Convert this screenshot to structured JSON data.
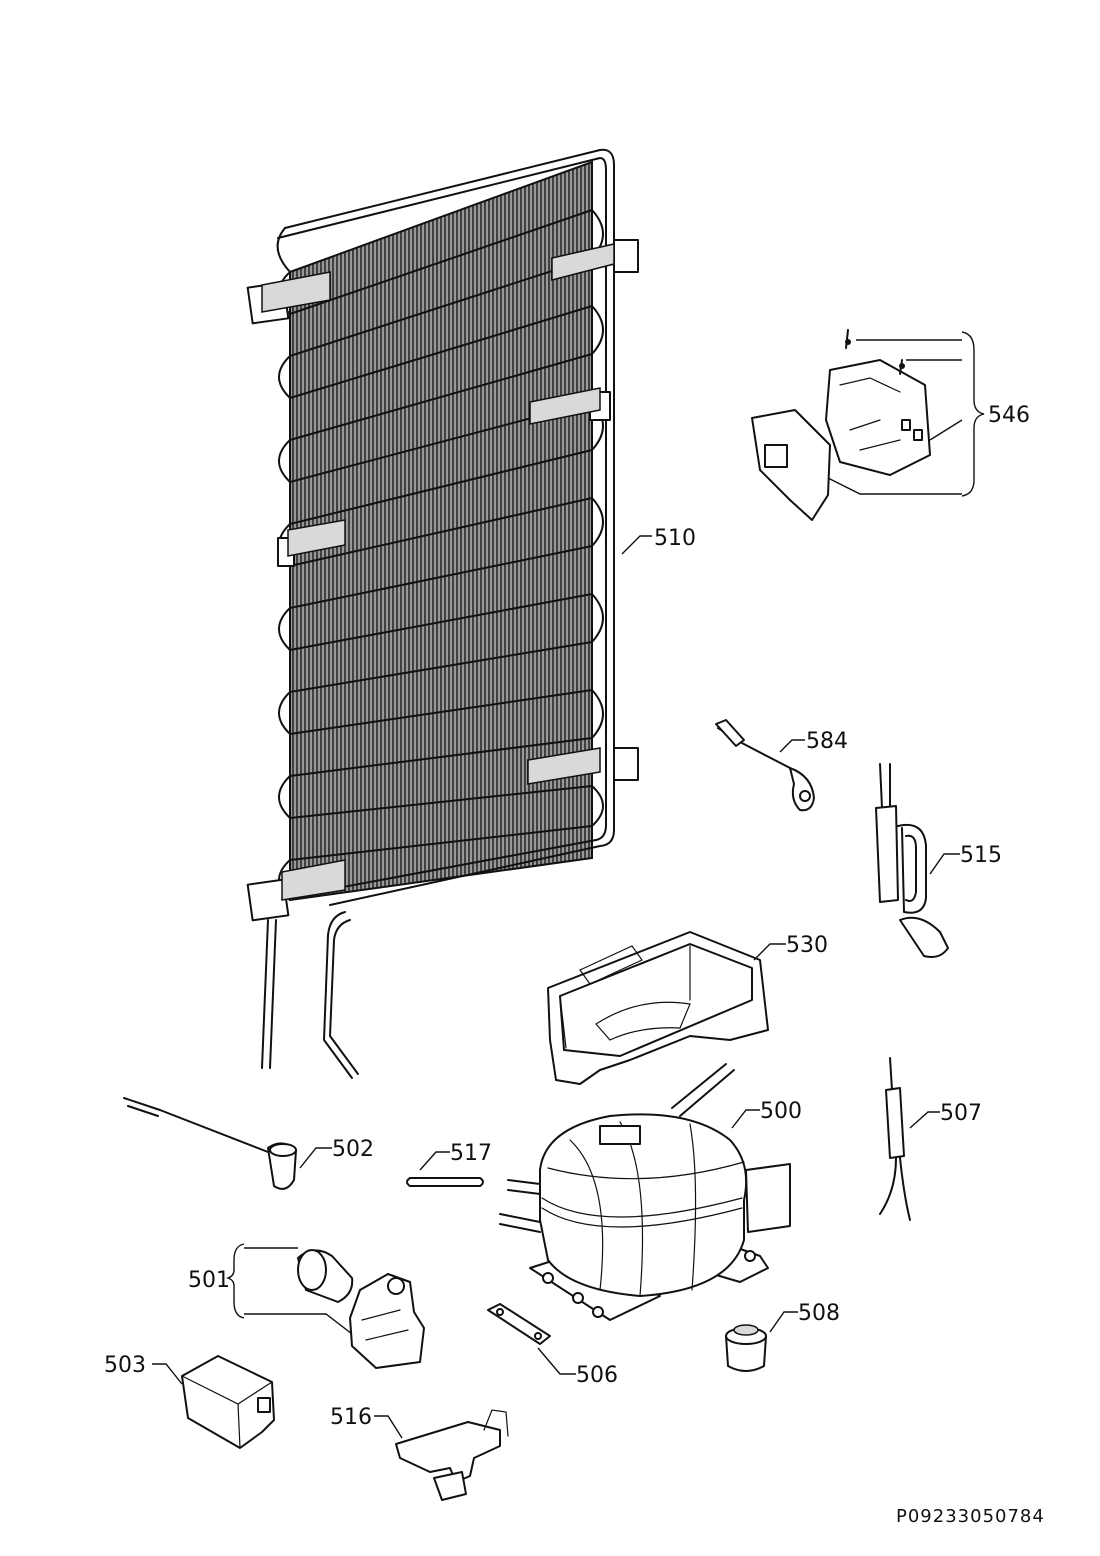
{
  "labels": {
    "p500": "500",
    "p501": "501",
    "p502": "502",
    "p503": "503",
    "p506": "506",
    "p507": "507",
    "p508": "508",
    "p510": "510",
    "p515": "515",
    "p516": "516",
    "p517": "517",
    "p530": "530",
    "p546": "546",
    "p584": "584"
  },
  "footer": {
    "code": "P09233050784"
  }
}
